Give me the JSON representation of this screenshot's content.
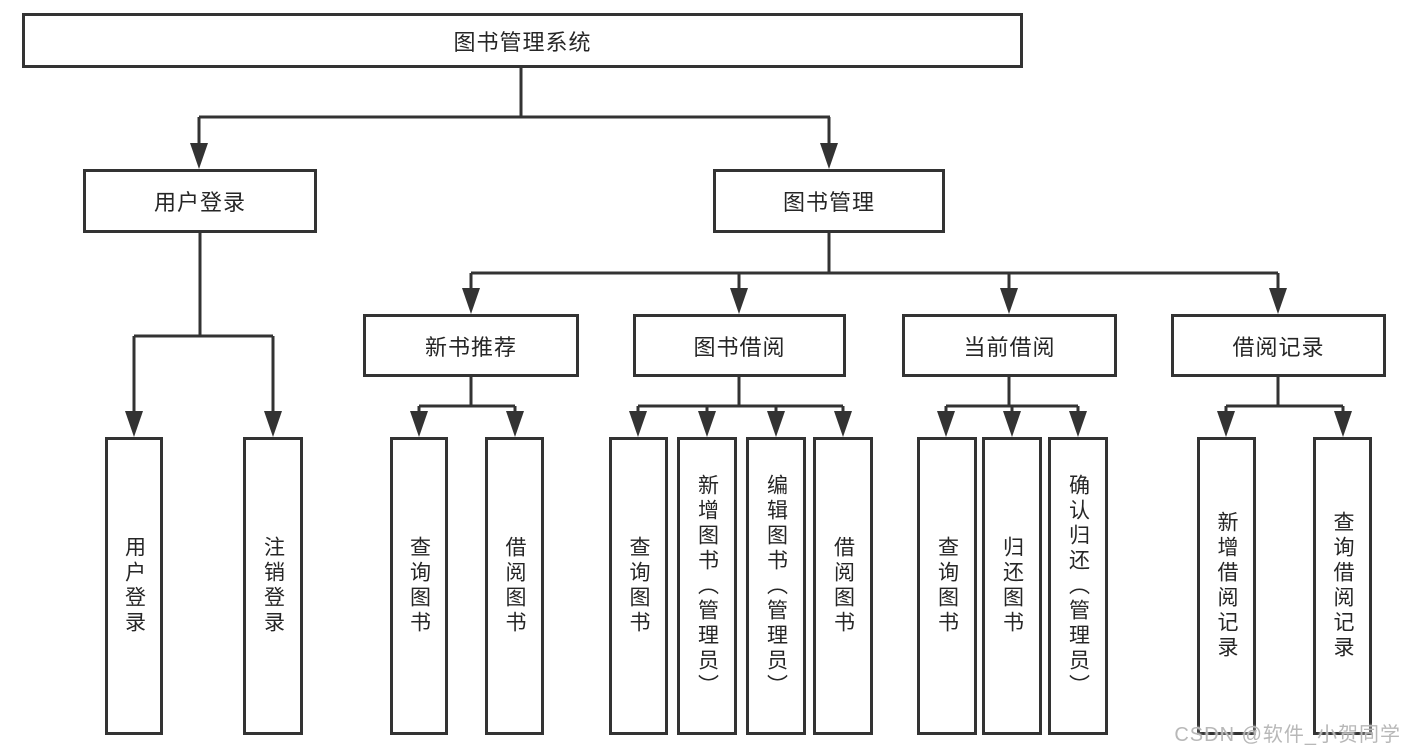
{
  "tree": {
    "root": {
      "label": "图书管理系统",
      "children": [
        {
          "label": "用户登录",
          "children": [
            {
              "label": "用户登录"
            },
            {
              "label": "注销登录"
            }
          ]
        },
        {
          "label": "图书管理",
          "children": [
            {
              "label": "新书推荐",
              "children": [
                {
                  "label": "查询图书"
                },
                {
                  "label": "借阅图书"
                }
              ]
            },
            {
              "label": "图书借阅",
              "children": [
                {
                  "label": "查询图书"
                },
                {
                  "label": "新增图书（管理员）"
                },
                {
                  "label": "编辑图书（管理员）"
                },
                {
                  "label": "借阅图书"
                }
              ]
            },
            {
              "label": "当前借阅",
              "children": [
                {
                  "label": "查询图书"
                },
                {
                  "label": "归还图书"
                },
                {
                  "label": "确认归还（管理员）"
                }
              ]
            },
            {
              "label": "借阅记录",
              "children": [
                {
                  "label": "新增借阅记录"
                },
                {
                  "label": "查询借阅记录"
                }
              ]
            }
          ]
        }
      ]
    }
  },
  "colors": {
    "line": "#333333",
    "box_border": "#333333",
    "text": "#262626",
    "watermark": "#b8b8b8"
  },
  "watermark": {
    "text": "CSDN @软件_小贺同学"
  }
}
